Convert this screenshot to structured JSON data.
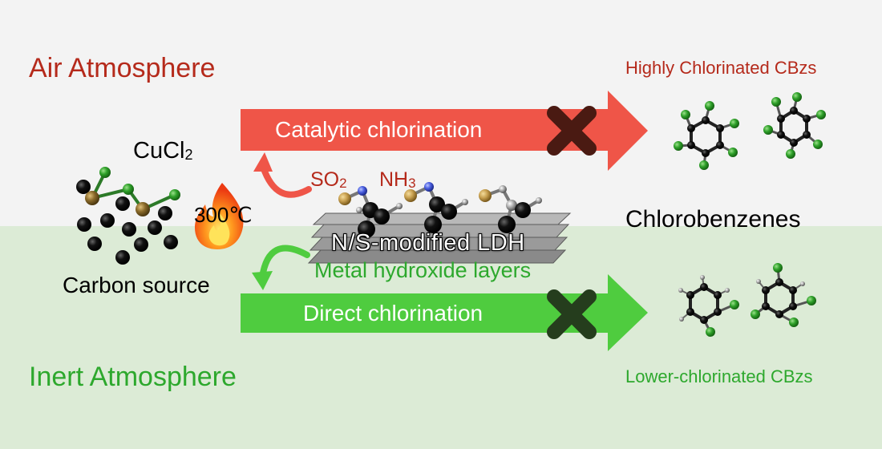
{
  "titles": {
    "air": "Air Atmosphere",
    "inert": "Inert Atmosphere"
  },
  "reactants": {
    "copper_chloride": "CuCl",
    "copper_chloride_subscript": "2",
    "temperature": "300℃",
    "carbon_source": "Carbon source"
  },
  "gases": {
    "so": "SO",
    "so_subscript": "2",
    "nh": "NH",
    "nh_subscript": "3"
  },
  "catalyst": {
    "ldh": "N/S-modified LDH",
    "layers": "Metal hydroxide layers"
  },
  "arrows": {
    "catalytic": "Catalytic chlorination",
    "direct": "Direct chlorination"
  },
  "products": {
    "highly_chlorinated": "Highly Chlorinated CBzs",
    "chlorobenzenes": "Chlorobenzenes",
    "lower_chlorinated": "Lower-chlorinated CBzs"
  },
  "colors": {
    "air_red": "#b52a1b",
    "arrow_red": "#ef5548",
    "inert_green": "#2da82d",
    "arrow_green": "#4fcc3f",
    "cross_dark": "#4a1a12",
    "chlorine_green": "#2fa12a",
    "copper_brown": "#8a6a2a"
  }
}
